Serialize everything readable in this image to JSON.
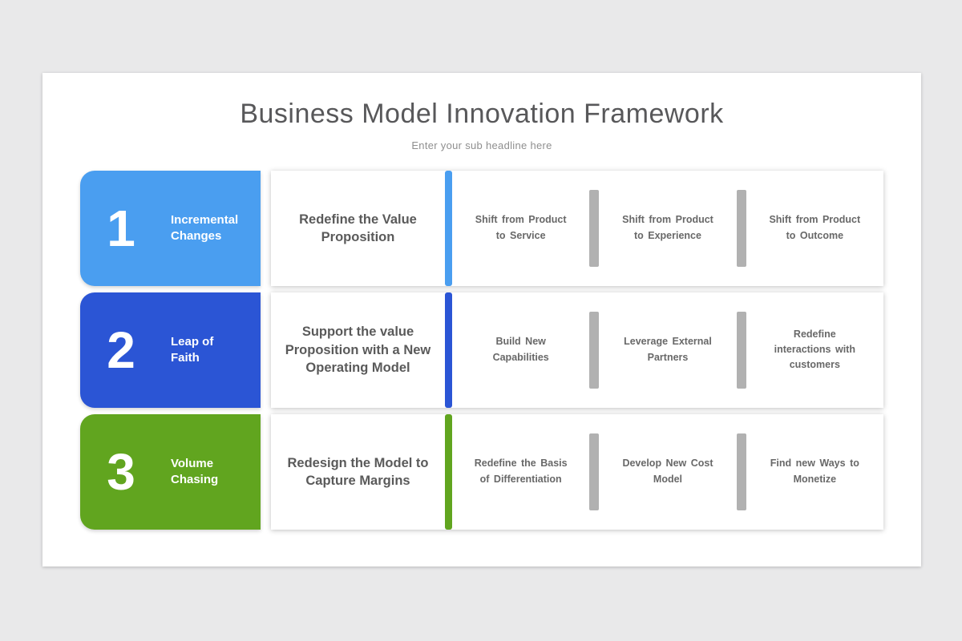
{
  "page": {
    "title": "Business Model Innovation Framework",
    "subtitle": "Enter your sub headline here"
  },
  "colors": {
    "background": "#e9e9ea",
    "slide": "#ffffff",
    "title_text": "#58585a",
    "subtitle_text": "#8f8f8f",
    "heading_text": "#5a5a5a",
    "item_text": "#686868",
    "divider": "#b1b1b1",
    "row1_accent": "#4a9ef0",
    "row2_accent": "#2b55d5",
    "row3_accent": "#61a51f"
  },
  "rows": [
    {
      "number": "1",
      "label": "Incremental\nChanges",
      "color": "#4a9ef0",
      "headline": "Redefine the Value\nProposition",
      "items": [
        "Shift from Product\nto Service",
        "Shift from Product\nto Experience",
        "Shift from Product\nto Outcome"
      ]
    },
    {
      "number": "2",
      "label": "Leap of\nFaith",
      "color": "#2b55d5",
      "headline": "Support the value\nProposition with a New\nOperating Model",
      "items": [
        "Build New\nCapabilities",
        "Leverage External\nPartners",
        "Redefine\ninteractions with\ncustomers"
      ]
    },
    {
      "number": "3",
      "label": "Volume\nChasing",
      "color": "#61a51f",
      "headline": "Redesign the Model to\nCapture Margins",
      "items": [
        "Redefine the Basis\nof Differentiation",
        "Develop New Cost\nModel",
        "Find new Ways to\nMonetize"
      ]
    }
  ]
}
